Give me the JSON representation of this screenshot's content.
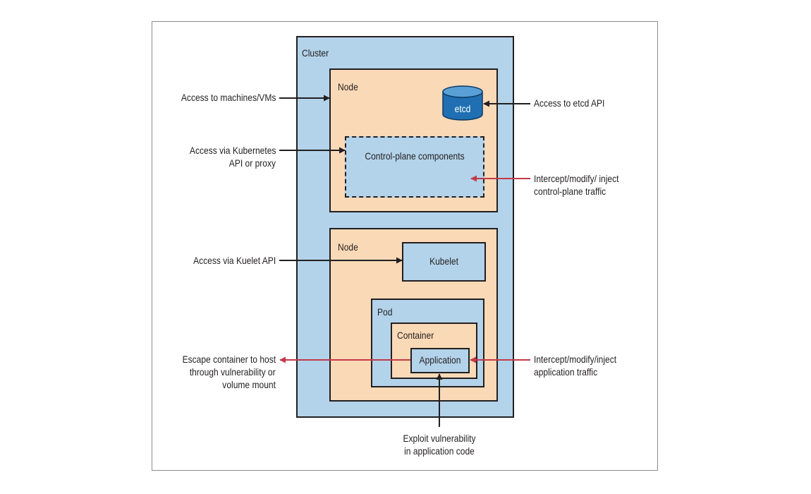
{
  "diagram": {
    "boxes": {
      "cluster": "Cluster",
      "node_control": "Node",
      "etcd": "etcd",
      "control_plane": "Control-plane components",
      "node_worker": "Node",
      "kubelet": "Kubelet",
      "pod": "Pod",
      "container": "Container",
      "application": "Application"
    },
    "annotations": {
      "machines": "Access to machines/VMs",
      "kubernetes_api": [
        "Access via Kubernetes",
        "API or proxy"
      ],
      "kubelet_api": "Access via Kuelet API",
      "escape": [
        "Escape container to host",
        "through vulnerability or",
        "volume mount"
      ],
      "etcd_api": "Access to etcd API",
      "control_plane_traffic": [
        "Intercept/modify/ inject",
        "control-plane traffic"
      ],
      "app_traffic": [
        "Intercept/modify/inject",
        "application traffic"
      ],
      "exploit": [
        "Exploit vulnerability",
        "in application code"
      ]
    },
    "colors": {
      "blue_fill": "#b3d3ea",
      "peach_fill": "#fad9b7",
      "etcd_fill": "#1f6fb2",
      "outline": "#231f20",
      "black_arrow": "#231f20",
      "red_arrow": "#c23a4a"
    }
  }
}
